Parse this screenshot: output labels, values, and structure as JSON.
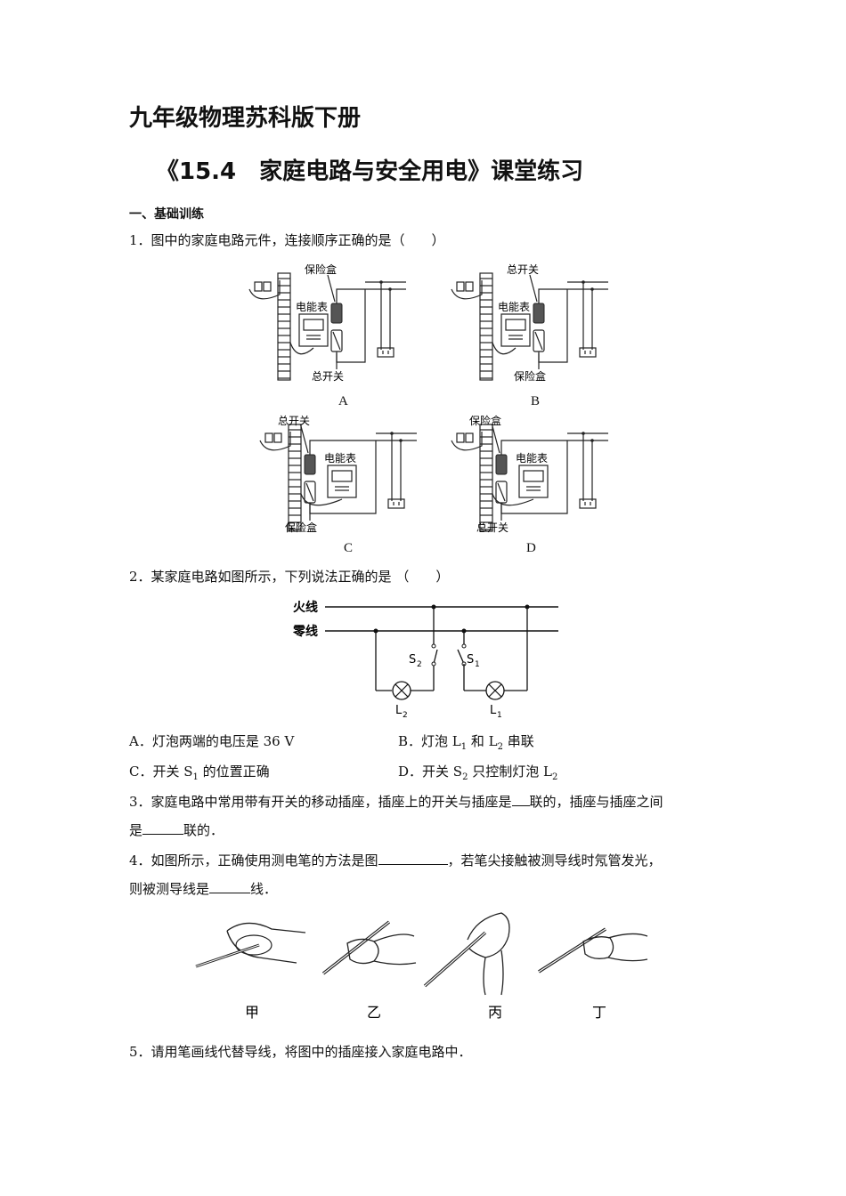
{
  "title": "九年级物理苏科版下册",
  "subtitle": "《15.4　家庭电路与安全用电》课堂练习",
  "section": "一、基础训练",
  "q1": {
    "text": "1．图中的家庭电路元件，连接顺序正确的是（　　）",
    "figures": [
      {
        "label": "A",
        "top_label": "保险盒",
        "bottom_label": "总开关",
        "meter_label": "电能表"
      },
      {
        "label": "B",
        "top_label": "总开关",
        "bottom_label": "保险盒",
        "meter_label": "电能表"
      },
      {
        "label": "C",
        "top_label": "总开关",
        "bottom_label": "保险盒",
        "meter_label": "电能表"
      },
      {
        "label": "D",
        "top_label": "保险盒",
        "bottom_label": "总开关",
        "meter_label": "电能表"
      }
    ]
  },
  "q2": {
    "text": "2．某家庭电路如图所示，下列说法正确的是 （　　）",
    "circuit": {
      "live": "火线",
      "neutral": "零线",
      "s2": "S",
      "s2_sub": "2",
      "s1": "S",
      "s1_sub": "1",
      "l2": "L",
      "l2_sub": "2",
      "l1": "L",
      "l1_sub": "1"
    },
    "options": {
      "A": "A．灯泡两端的电压是 36 V",
      "B_pre": "B．灯泡 L",
      "B_sub1": "1",
      "B_mid": " 和 L",
      "B_sub2": "2",
      "B_post": " 串联",
      "C_pre": "C．开关 S",
      "C_sub": "1",
      "C_post": " 的位置正确",
      "D_pre": "D．开关 S",
      "D_sub1": "2",
      "D_mid": " 只控制灯泡 L",
      "D_sub2": "2"
    }
  },
  "q3": {
    "line1_pre": "3．家庭电路中常用带有开关的移动插座，插座上的开关与插座是",
    "line1_post": "联的，插座与插座之间",
    "line2_pre": "是",
    "line2_post": "联的．"
  },
  "q4": {
    "line1_pre": "4．如图所示，正确使用测电笔的方法是图",
    "line1_post": "，若笔尖接触被测导线时氖管发光，",
    "line2_pre": "则被测导线是",
    "line2_post": "线．",
    "labels": [
      "甲",
      "乙",
      "丙",
      "丁"
    ]
  },
  "q5": {
    "text": "5．请用笔画线代替导线，将图中的插座接入家庭电路中．"
  }
}
